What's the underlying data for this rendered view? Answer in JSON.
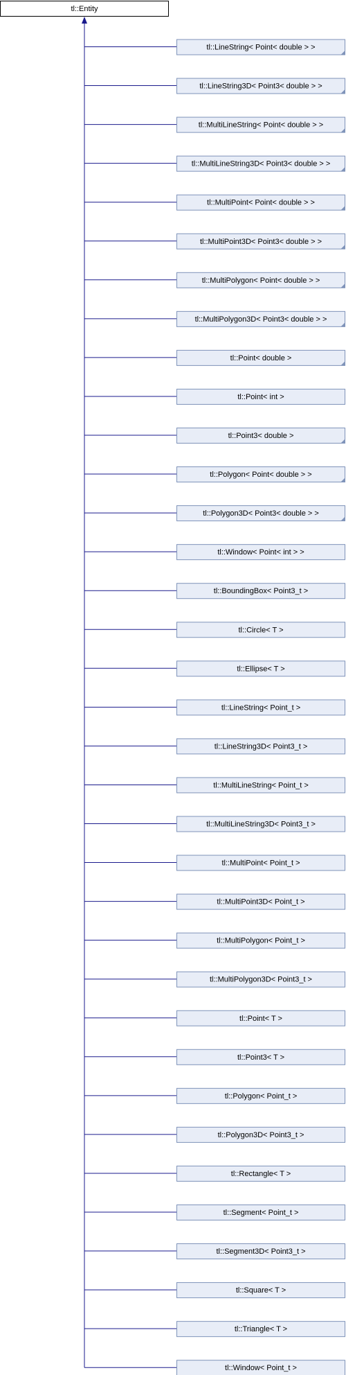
{
  "root": {
    "label": "tl::Entity"
  },
  "children": [
    {
      "label": "tl::LineString< Point< double > >",
      "templated": true
    },
    {
      "label": "tl::LineString3D< Point3< double > >",
      "templated": true
    },
    {
      "label": "tl::MultiLineString< Point< double > >",
      "templated": true
    },
    {
      "label": "tl::MultiLineString3D< Point3< double > >",
      "templated": true
    },
    {
      "label": "tl::MultiPoint< Point< double > >",
      "templated": true
    },
    {
      "label": "tl::MultiPoint3D< Point3< double > >",
      "templated": true
    },
    {
      "label": "tl::MultiPolygon< Point< double > >",
      "templated": true
    },
    {
      "label": "tl::MultiPolygon3D< Point3< double > >",
      "templated": true
    },
    {
      "label": "tl::Point< double >",
      "templated": true
    },
    {
      "label": "tl::Point< int >",
      "templated": false
    },
    {
      "label": "tl::Point3< double >",
      "templated": true
    },
    {
      "label": "tl::Polygon< Point< double > >",
      "templated": true
    },
    {
      "label": "tl::Polygon3D< Point3< double > >",
      "templated": true
    },
    {
      "label": "tl::Window< Point< int > >",
      "templated": false
    },
    {
      "label": "tl::BoundingBox< Point3_t >",
      "templated": false
    },
    {
      "label": "tl::Circle< T >",
      "templated": false
    },
    {
      "label": "tl::Ellipse< T >",
      "templated": false
    },
    {
      "label": "tl::LineString< Point_t >",
      "templated": false
    },
    {
      "label": "tl::LineString3D< Point3_t >",
      "templated": false
    },
    {
      "label": "tl::MultiLineString< Point_t >",
      "templated": false
    },
    {
      "label": "tl::MultiLineString3D< Point3_t >",
      "templated": false
    },
    {
      "label": "tl::MultiPoint< Point_t >",
      "templated": false
    },
    {
      "label": "tl::MultiPoint3D< Point_t >",
      "templated": false
    },
    {
      "label": "tl::MultiPolygon< Point_t >",
      "templated": false
    },
    {
      "label": "tl::MultiPolygon3D< Point3_t >",
      "templated": false
    },
    {
      "label": "tl::Point< T >",
      "templated": false
    },
    {
      "label": "tl::Point3< T >",
      "templated": false
    },
    {
      "label": "tl::Polygon< Point_t >",
      "templated": false
    },
    {
      "label": "tl::Polygon3D< Point3_t >",
      "templated": false
    },
    {
      "label": "tl::Rectangle< T >",
      "templated": false
    },
    {
      "label": "tl::Segment< Point_t >",
      "templated": false
    },
    {
      "label": "tl::Segment3D< Point3_t >",
      "templated": false
    },
    {
      "label": "tl::Square< T >",
      "templated": false
    },
    {
      "label": "tl::Triangle< T >",
      "templated": false
    },
    {
      "label": "tl::Window< Point_t >",
      "templated": false
    }
  ],
  "colors": {
    "root_fill": "#ffffff",
    "node_fill": "#e8edf7",
    "node_border": "#7f93b9",
    "edge": "#1a1a8c",
    "corner_marker": "#7f93b9",
    "text": "#000000"
  }
}
